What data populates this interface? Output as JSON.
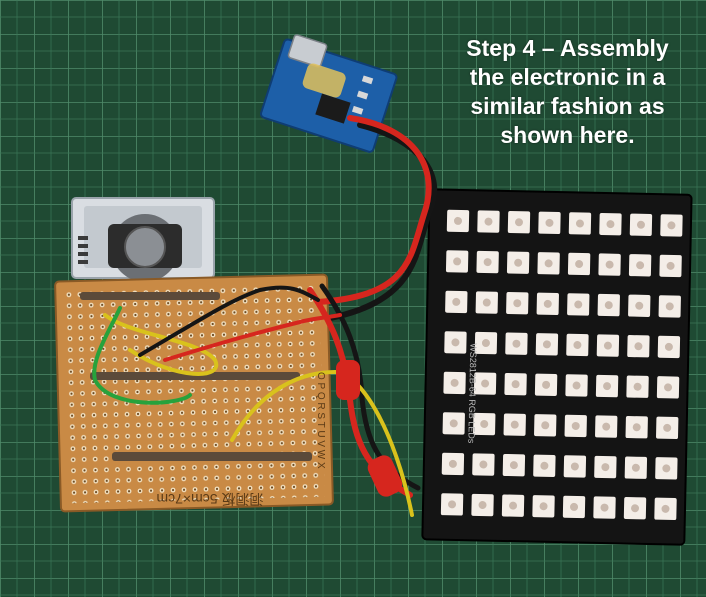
{
  "caption": {
    "lines": [
      "Step 4 – Assembly",
      "the electronic in a",
      "similar fashion as",
      "shown here."
    ]
  },
  "matrix": {
    "rows": 8,
    "cols": 8,
    "pcb_color": "#141414",
    "led_color": "#f4eee8",
    "silkscreen_label": "WS2812B-64 RGB LEDs"
  },
  "perfboard": {
    "pcb_color": "#c98a45",
    "silkscreen_label": "洞洞板 5cm×7cm",
    "row_letters": "O P Q R S T U V W X"
  },
  "colors": {
    "mat_green": "#1f4a33",
    "grid_line": "#4f8a6a",
    "wire_red": "#d6261e",
    "wire_black": "#151515",
    "wire_yellow": "#d9c21c",
    "wire_green": "#27a23c",
    "charger_board": "#1d5fa8"
  }
}
